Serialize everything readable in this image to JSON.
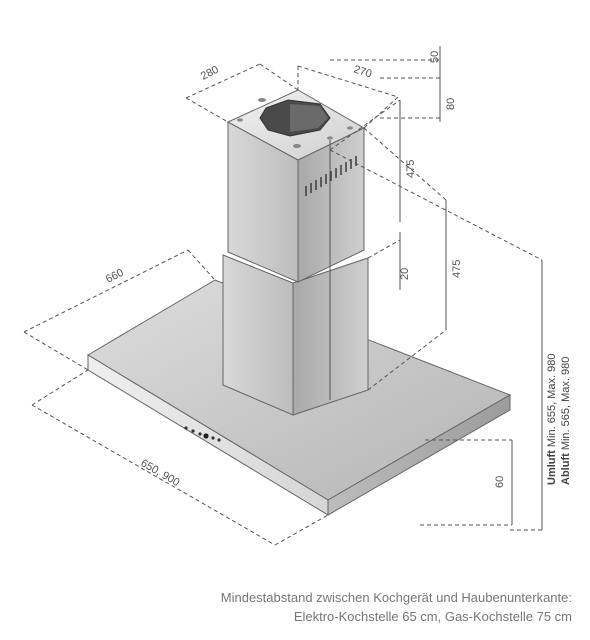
{
  "dimensions": {
    "chimney_depth": "280",
    "chimney_width": "270",
    "top_offset": "50",
    "top_section": "80",
    "upper_chimney": "475",
    "lower_chimney": "475",
    "overlap": "20",
    "canopy_depth": "660",
    "canopy_width": "650, 900",
    "canopy_height": "60"
  },
  "height_labels": {
    "umluft_word": "Umluft",
    "umluft_range": " Min. 655, Max. 980",
    "abluft_word": "Abluft",
    "abluft_range": " Min. 565, Max. 980"
  },
  "caption": {
    "line1": "Mindestabstand zwischen Kochgerät und Haubenunterkante:",
    "line2": "Elektro-Kochstelle 65 cm, Gas-Kochstelle 75 cm"
  },
  "colors": {
    "steel_light": "#e4e4e4",
    "steel_mid": "#c9c9c9",
    "steel_dark": "#a9a9a9",
    "outline": "#555555"
  }
}
